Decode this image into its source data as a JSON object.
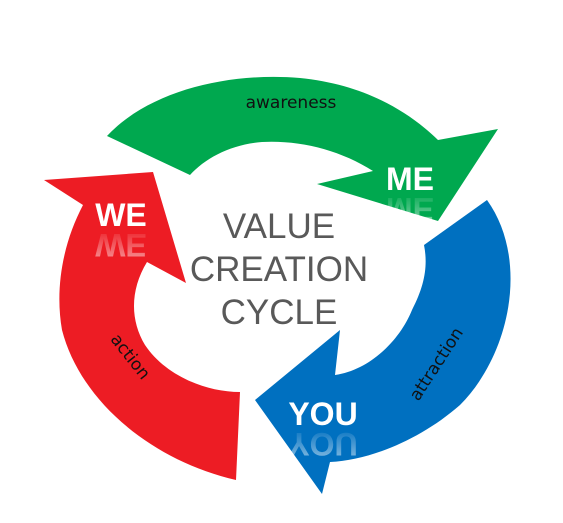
{
  "diagram": {
    "center_lines": [
      "VALUE",
      "CREATION",
      "CYCLE"
    ],
    "arrows": [
      {
        "id": "green",
        "color": "#00a84f",
        "label": "awareness",
        "stage": "ME"
      },
      {
        "id": "blue",
        "color": "#0070c0",
        "label": "attraction",
        "stage": "YOU"
      },
      {
        "id": "red",
        "color": "#ed1c24",
        "label": "action",
        "stage": "WE"
      }
    ],
    "center_text_color": "#595959"
  }
}
